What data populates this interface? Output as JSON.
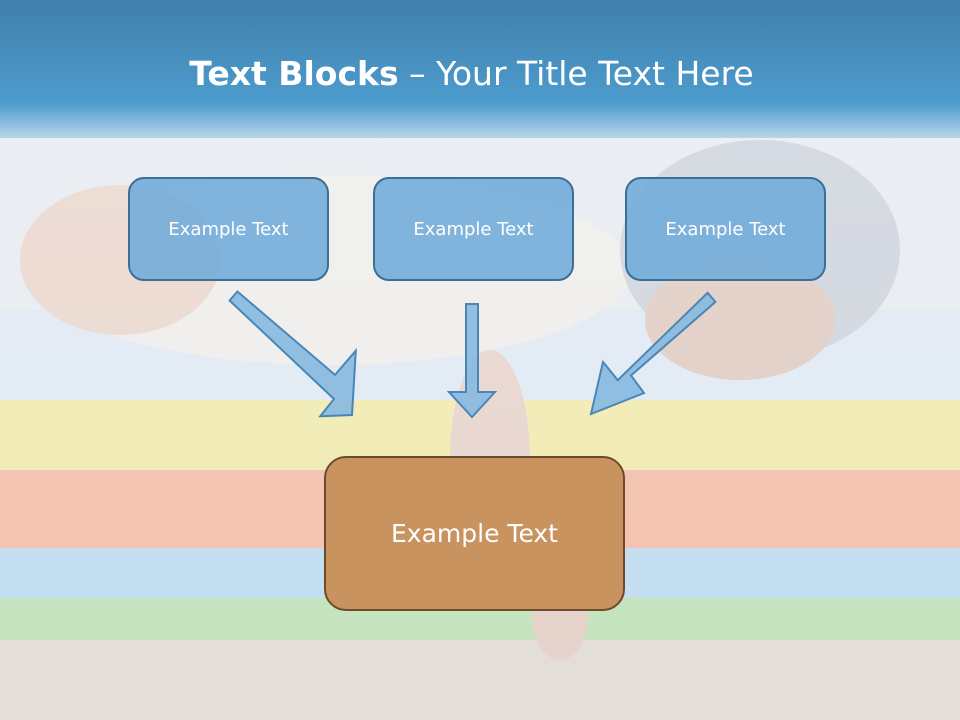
{
  "title": {
    "bold": "Text Blocks",
    "separator": " – ",
    "rest": "Your Title Text Here"
  },
  "blocks": [
    {
      "label": "Example Text"
    },
    {
      "label": "Example Text"
    },
    {
      "label": "Example Text"
    }
  ],
  "target": {
    "label": "Example Text"
  },
  "colors": {
    "header": "#4a96c6",
    "small_box_fill": "#6fabda",
    "small_box_border": "#3c6e96",
    "big_box_fill": "#c8935f",
    "big_box_border": "#6e4a2a",
    "arrow_fill": "#86b9e0",
    "arrow_stroke": "#4a86b6"
  }
}
